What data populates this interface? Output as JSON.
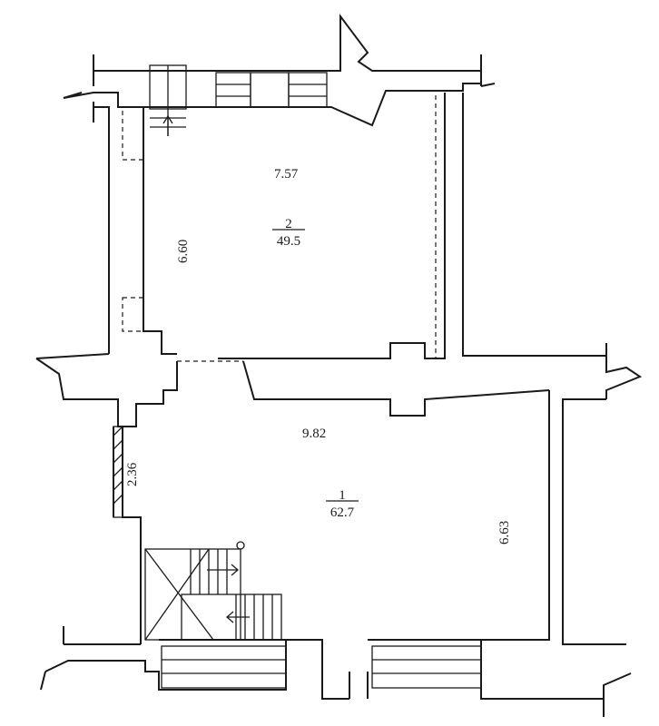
{
  "plan": {
    "rooms": [
      {
        "number": "2",
        "area": "49.5",
        "width": "7.57",
        "depth": "6.60"
      },
      {
        "number": "1",
        "area": "62.7",
        "width": "9.82",
        "depth": "6.63",
        "offset": "2.36"
      }
    ]
  }
}
